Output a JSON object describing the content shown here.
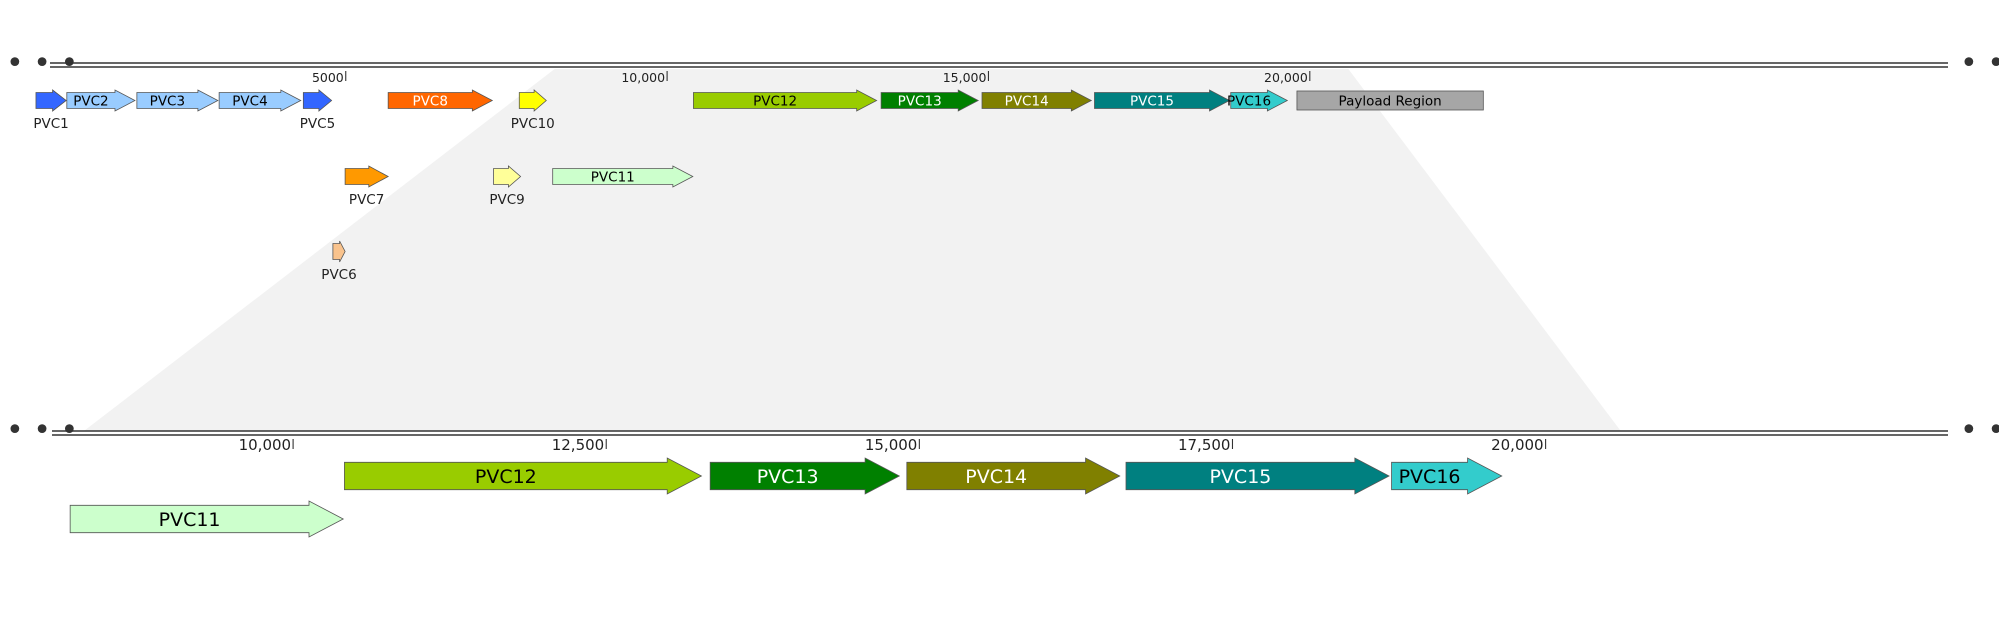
{
  "top_track": {
    "ellipsis_left": "• • •",
    "ellipsis_right": "• • •",
    "ticks": [
      {
        "label": "5000",
        "value": 5000
      },
      {
        "label": "10,000",
        "value": 10000
      },
      {
        "label": "15,000",
        "value": 15000
      },
      {
        "label": "20,000",
        "value": 20000
      }
    ],
    "genes": [
      {
        "id": "pvc1",
        "label": "PVC1",
        "start": 180,
        "end": 650,
        "row": 0,
        "label_pos": "below"
      },
      {
        "id": "pvc2",
        "label": "PVC2",
        "start": 660,
        "end": 1720,
        "row": 0,
        "label_pos": "inside"
      },
      {
        "id": "pvc3",
        "label": "PVC3",
        "start": 1750,
        "end": 3010,
        "row": 0,
        "label_pos": "inside"
      },
      {
        "id": "pvc4",
        "label": "PVC4",
        "start": 3030,
        "end": 4300,
        "row": 0,
        "label_pos": "inside"
      },
      {
        "id": "pvc5",
        "label": "PVC5",
        "start": 4340,
        "end": 4780,
        "row": 0,
        "label_pos": "below"
      },
      {
        "id": "pvc6",
        "label": "PVC6",
        "start": 4800,
        "end": 4990,
        "row": 2,
        "label_pos": "below"
      },
      {
        "id": "pvc7",
        "label": "PVC7",
        "start": 4990,
        "end": 5660,
        "row": 1,
        "label_pos": "below"
      },
      {
        "id": "pvc8",
        "label": "PVC8",
        "start": 5660,
        "end": 7280,
        "row": 0,
        "label_pos": "inside"
      },
      {
        "id": "pvc9",
        "label": "PVC9",
        "start": 7300,
        "end": 7720,
        "row": 1,
        "label_pos": "below"
      },
      {
        "id": "pvc10",
        "label": "PVC10",
        "start": 7700,
        "end": 8120,
        "row": 0,
        "label_pos": "below"
      },
      {
        "id": "pvc11",
        "label": "PVC11",
        "start": 8220,
        "end": 10400,
        "row": 1,
        "label_pos": "inside"
      },
      {
        "id": "pvc12",
        "label": "PVC12",
        "start": 10410,
        "end": 13260,
        "row": 0,
        "label_pos": "inside"
      },
      {
        "id": "pvc13",
        "label": "PVC13",
        "start": 13330,
        "end": 14840,
        "row": 0,
        "label_pos": "inside"
      },
      {
        "id": "pvc14",
        "label": "PVC14",
        "start": 14900,
        "end": 16600,
        "row": 0,
        "label_pos": "inside"
      },
      {
        "id": "pvc15",
        "label": "PVC15",
        "start": 16650,
        "end": 18750,
        "row": 0,
        "label_pos": "inside"
      },
      {
        "id": "pvc16",
        "label": "PVC16",
        "start": 18770,
        "end": 19650,
        "row": 0,
        "label_pos": "inside"
      },
      {
        "id": "payload",
        "label": "Payload Region",
        "start": 19800,
        "end": 22700,
        "row": 0,
        "label_pos": "inside",
        "shape": "box"
      }
    ]
  },
  "bottom_track": {
    "ellipsis_left": "• • •",
    "ellipsis_right": "• • •",
    "ticks": [
      {
        "label": "10,000",
        "value": 10000
      },
      {
        "label": "12,500",
        "value": 12500
      },
      {
        "label": "15,000",
        "value": 15000
      },
      {
        "label": "17,500",
        "value": 17500
      },
      {
        "label": "20,000",
        "value": 20000
      }
    ],
    "genes": [
      {
        "id": "pvc11",
        "label": "PVC11",
        "start": 8220,
        "end": 10400,
        "row": 1
      },
      {
        "id": "pvc12",
        "label": "PVC12",
        "start": 10410,
        "end": 13260,
        "row": 0
      },
      {
        "id": "pvc13",
        "label": "PVC13",
        "start": 13330,
        "end": 14840,
        "row": 0
      },
      {
        "id": "pvc14",
        "label": "PVC14",
        "start": 14900,
        "end": 16600,
        "row": 0
      },
      {
        "id": "pvc15",
        "label": "PVC15",
        "start": 16650,
        "end": 18750,
        "row": 0
      },
      {
        "id": "pvc16",
        "label": "PVC16",
        "start": 18770,
        "end": 19650,
        "row": 0
      }
    ]
  },
  "gene_colors": {
    "pvc1": {
      "fill": "#3366ff",
      "text": "#000000"
    },
    "pvc2": {
      "fill": "#99ccff",
      "text": "#000000"
    },
    "pvc3": {
      "fill": "#99ccff",
      "text": "#000000"
    },
    "pvc4": {
      "fill": "#99ccff",
      "text": "#000000"
    },
    "pvc5": {
      "fill": "#3366ff",
      "text": "#000000"
    },
    "pvc6": {
      "fill": "#f9c38d",
      "text": "#000000"
    },
    "pvc7": {
      "fill": "#ff9900",
      "text": "#000000"
    },
    "pvc8": {
      "fill": "#ff6600",
      "text": "#ffffff"
    },
    "pvc9": {
      "fill": "#ffff99",
      "text": "#000000"
    },
    "pvc10": {
      "fill": "#ffff00",
      "text": "#000000"
    },
    "pvc11": {
      "fill": "#ccffcc",
      "text": "#000000"
    },
    "pvc12": {
      "fill": "#99cc00",
      "text": "#000000"
    },
    "pvc13": {
      "fill": "#008000",
      "text": "#ffffff"
    },
    "pvc14": {
      "fill": "#808000",
      "text": "#ffffff"
    },
    "pvc15": {
      "fill": "#008080",
      "text": "#ffffff"
    },
    "pvc16": {
      "fill": "#33cccc",
      "text": "#000000"
    },
    "payload": {
      "fill": "#a6a6a6",
      "text": "#000000"
    }
  },
  "zoom_band_color": "#f2f2f2",
  "zoom_range": {
    "start": 8250,
    "end": 20600
  }
}
